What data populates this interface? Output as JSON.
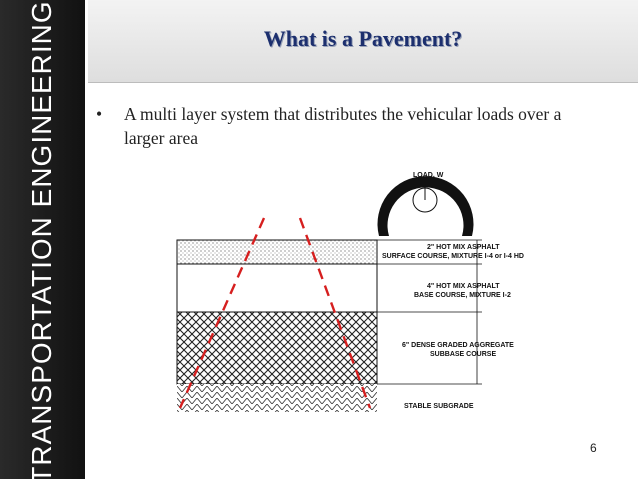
{
  "sidebar": {
    "text": "TRANSPORTATION ENGINEERING"
  },
  "slide": {
    "title": "What is a Pavement?",
    "bullet_marker": "•",
    "bullet": "A multi layer system that distributes the vehicular loads over a larger area",
    "page_number": "6"
  },
  "diagram": {
    "load_label": "LOAD, W",
    "surface_label_1": "2\" HOT MIX ASPHALT",
    "surface_label_2": "SURFACE COURSE, MIXTURE I-4 or I-4 HD",
    "base_label_1": "4\" HOT MIX ASPHALT",
    "base_label_2": "BASE COURSE, MIXTURE I-2",
    "subbase_label_1": "6\" DENSE GRADED AGGREGATE",
    "subbase_label_2": "SUBBASE COURSE",
    "subgrade_label": "STABLE SUBGRADE",
    "colors": {
      "load_lines": "#d61f1f",
      "ink": "#111111"
    }
  }
}
